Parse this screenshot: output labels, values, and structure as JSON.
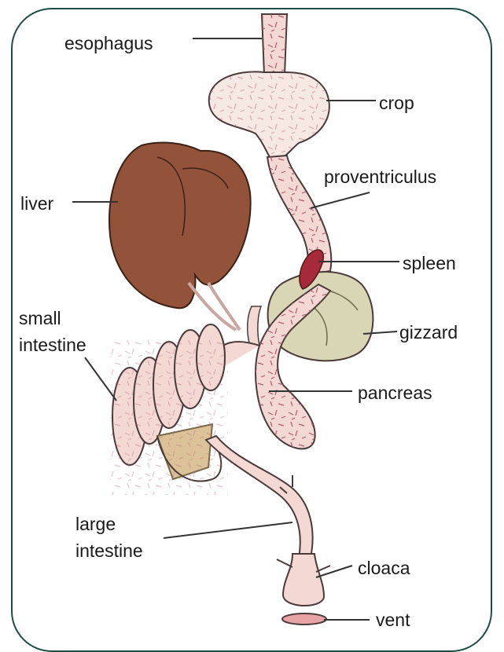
{
  "labels": {
    "esophagus": "esophagus",
    "crop": "crop",
    "proventriculus": "proventriculus",
    "liver": "liver",
    "spleen": "spleen",
    "small_intestine_line1": "small",
    "small_intestine_line2": "intestine",
    "gizzard": "gizzard",
    "pancreas": "pancreas",
    "large_intestine_line1": "large",
    "large_intestine_line2": "intestine",
    "cloaca": "cloaca",
    "vent": "vent"
  },
  "colors": {
    "frame": "#1f4d45",
    "tract_fill": "#f3d8d4",
    "crop_fill": "#f6e8e2",
    "vessel_lines": "#b05a70",
    "liver": "#93533a",
    "spleen": "#a62a3a",
    "gizzard": "#d8d6b4",
    "pancreas_tissue": "#dcc298",
    "leader_line": "#333333"
  }
}
